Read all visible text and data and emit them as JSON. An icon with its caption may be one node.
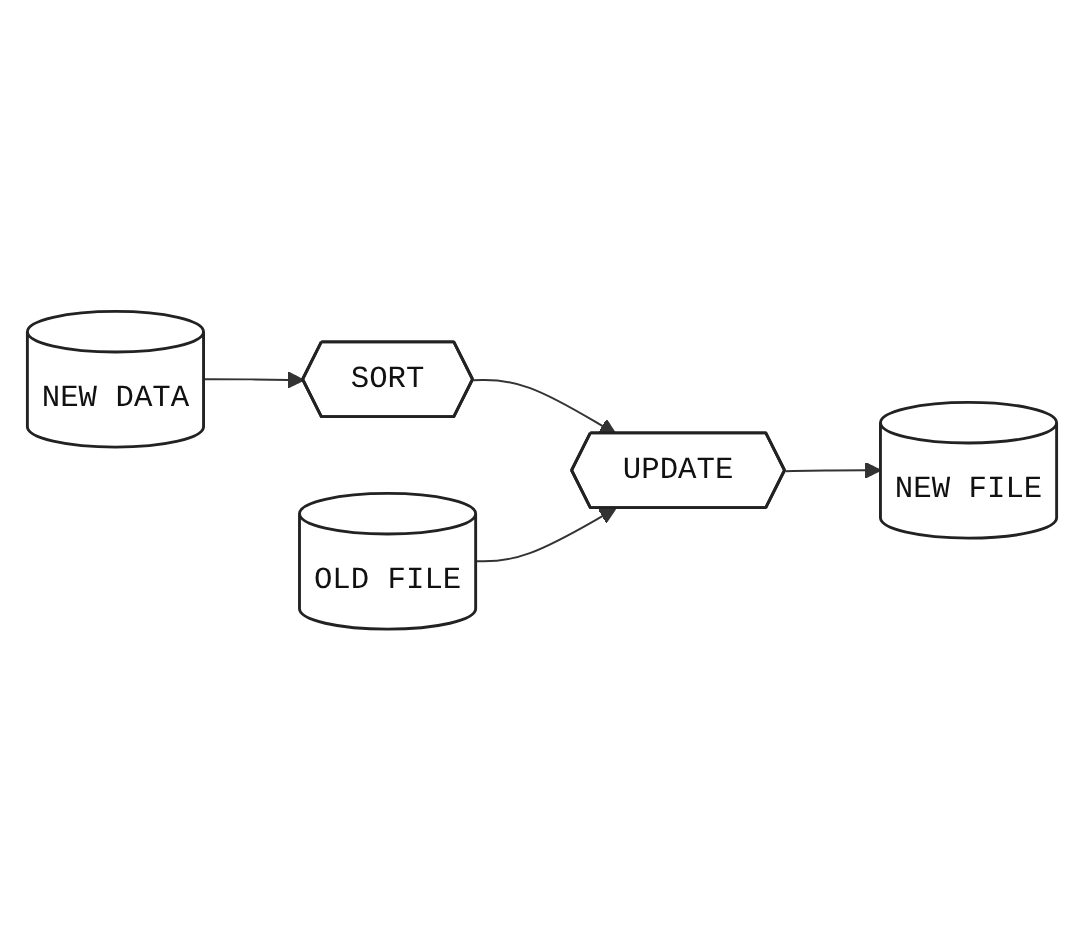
{
  "diagram": {
    "nodes": [
      {
        "text": [
          "NEW DATA"
        ]
      },
      {
        "text": [
          "SORT"
        ]
      },
      {
        "text": [
          "OLD FILE"
        ]
      },
      {
        "text": [
          "UPDATE"
        ]
      },
      {
        "text": [
          "NEW FILE"
        ]
      }
    ],
    "edges": [
      {
        "from": 0,
        "to": 1,
        "arrow": "to"
      },
      {
        "from": 1,
        "to": 3,
        "arrow": "to"
      },
      {
        "from": 2,
        "to": 3,
        "arrow": "to"
      },
      {
        "from": 3,
        "to": 4,
        "arrow": "to"
      }
    ]
  }
}
